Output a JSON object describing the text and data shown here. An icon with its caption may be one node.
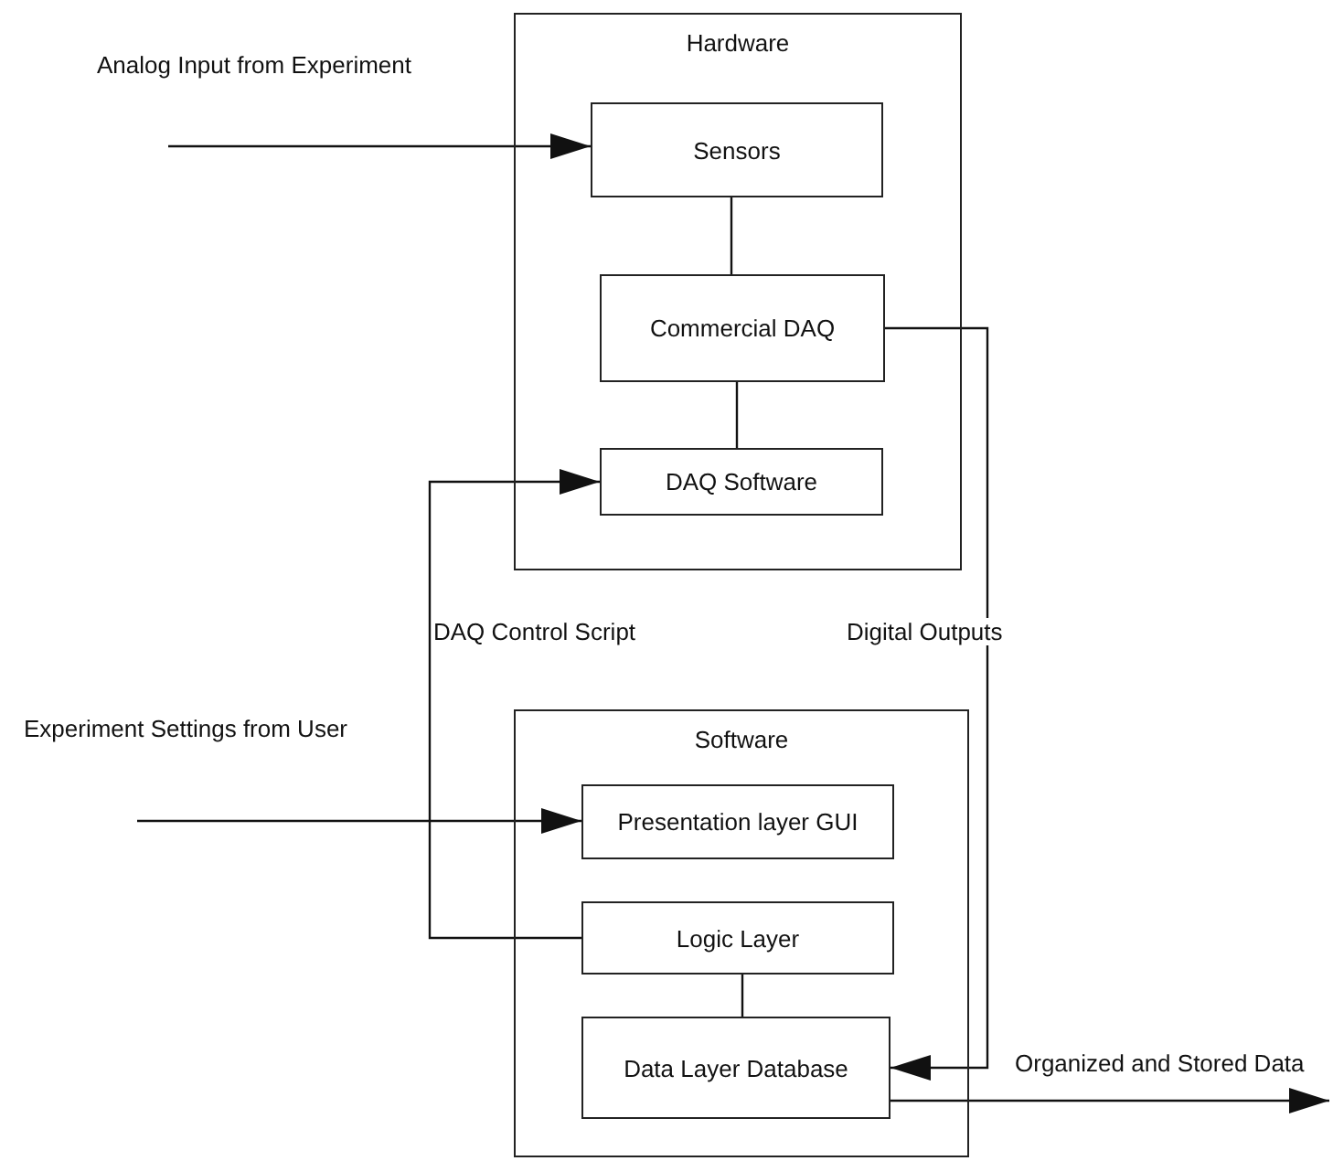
{
  "diagram": {
    "nodes": [
      {
        "text": [
          "Hardware"
        ]
      },
      {
        "text": [
          "Sensors"
        ],
        "in": 0
      },
      {
        "text": [
          "Commercial DAQ"
        ],
        "in": 0
      },
      {
        "text": [
          "DAQ Software"
        ],
        "in": 0
      },
      {
        "text": [
          "Software"
        ]
      },
      {
        "text": [
          "Presentation layer GUI"
        ],
        "in": 4
      },
      {
        "text": [
          "Logic Layer"
        ],
        "in": 4
      },
      {
        "text": [
          "Data Layer Database"
        ],
        "in": 4
      }
    ],
    "edges": [
      {
        "from": null,
        "to": 1,
        "arrow": "to",
        "label": "Analog Input from Experiment"
      },
      {
        "from": 1,
        "to": 2,
        "arrow": "none"
      },
      {
        "from": 2,
        "to": 3,
        "arrow": "none"
      },
      {
        "from": 6,
        "to": 3,
        "arrow": "to",
        "label": "DAQ Control Script"
      },
      {
        "from": 2,
        "to": 7,
        "arrow": "to",
        "label": "Digital Outputs"
      },
      {
        "from": null,
        "to": 5,
        "arrow": "to",
        "label": "Experiment Settings from User"
      },
      {
        "from": 6,
        "to": 7,
        "arrow": "none"
      },
      {
        "from": 7,
        "to": null,
        "arrow": "to",
        "label": "Organized and Stored Data"
      }
    ]
  }
}
